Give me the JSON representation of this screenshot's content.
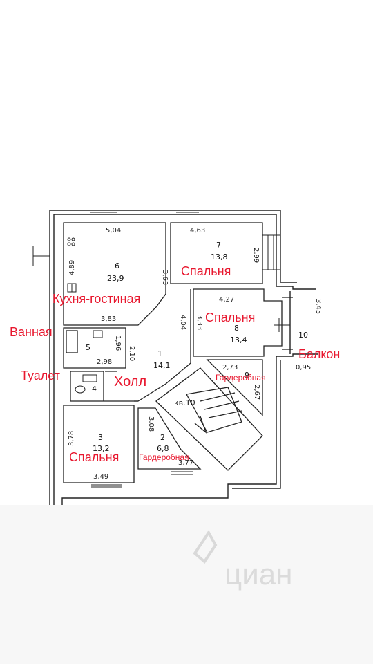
{
  "rooms": {
    "kitchen": {
      "num": "6",
      "area": "23,9",
      "dim_top": "5,04",
      "dim_left": "4,89",
      "dim_right": "3,63",
      "dim_bottom": "3,83",
      "label": "Кухня-гостиная"
    },
    "bedroom7": {
      "num": "7",
      "area": "13,8",
      "dim_top": "4,63",
      "dim_right": "2,99",
      "label": "Спальня"
    },
    "bedroom8": {
      "num": "8",
      "area": "13,4",
      "dim_top": "4,27",
      "dim_left": "3,33",
      "label": "Спальня"
    },
    "bath": {
      "num": "5",
      "dim_right": "1,96",
      "dim_bottom": "2,98",
      "label": "Ванная"
    },
    "toilet": {
      "num": "4",
      "label": "Туалет"
    },
    "hall": {
      "num": "1",
      "area": "14,1",
      "dim_left": "2,10",
      "dim_right": "4,04",
      "label": "Холл"
    },
    "bedroom3": {
      "num": "3",
      "area": "13,2",
      "dim_left": "3,78",
      "dim_bottom": "3,49",
      "label": "Спальня"
    },
    "wardrobe2": {
      "num": "2",
      "area": "6,8",
      "dim_left": "3,08",
      "dim_bottom": "3,77",
      "label": "Гардеробная"
    },
    "wardrobe9": {
      "num": "9",
      "dim_top": "2,73",
      "dim_right": "2,67",
      "label": "Гардеробная"
    },
    "balcony": {
      "num": "10",
      "dim_right": "3,45",
      "dim_bottom": "0,95",
      "label": "Балкон"
    },
    "stairs": {
      "label": "кв.10"
    }
  },
  "watermark": "циан"
}
